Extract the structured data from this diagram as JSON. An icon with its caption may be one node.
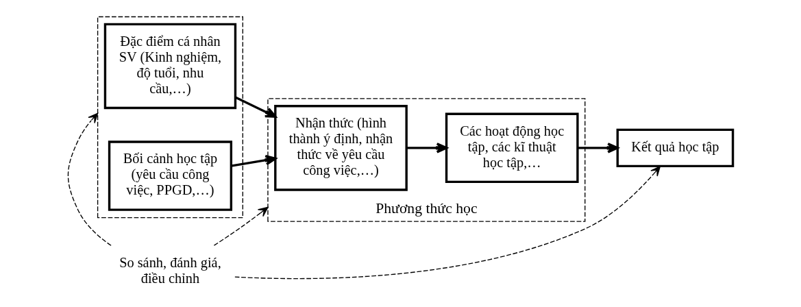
{
  "diagram": {
    "nodes": [
      {
        "text": [],
        "shape": "box"
      },
      {
        "text": [
          "Đặc điểm cá nhân SV (Kinh nghiệm, độ tuổi, nhu cầu,…)"
        ],
        "in": 0
      },
      {
        "text": [
          "Bối cảnh học tập (yêu cầu công việc, PPGD,…)"
        ],
        "in": 0
      },
      {
        "text": [
          "Phương thức học"
        ]
      },
      {
        "text": [
          "Nhận thức (hình thành ý định, nhận thức về yêu cầu công việc,…)"
        ],
        "in": 3
      },
      {
        "text": [
          "Các hoạt động học tập, các kĩ thuật học tập,…"
        ],
        "in": 3
      },
      {
        "text": [
          "Kết quả học tập"
        ]
      },
      {
        "text": [
          "So sánh, đánh giá, điều chỉnh"
        ]
      }
    ],
    "edges": [
      {
        "from": 1,
        "to": 4,
        "arrow": "to"
      },
      {
        "from": 2,
        "to": 4,
        "arrow": "to"
      },
      {
        "from": 4,
        "to": 5,
        "arrow": "to"
      },
      {
        "from": 5,
        "to": 6,
        "arrow": "to"
      },
      {
        "from": 7,
        "to": 0,
        "arrow": "to",
        "style": "dashed"
      },
      {
        "from": 7,
        "to": 3,
        "arrow": "to",
        "style": "dashed"
      },
      {
        "from": 7,
        "to": 6,
        "arrow": "to",
        "style": "dashed"
      }
    ]
  }
}
